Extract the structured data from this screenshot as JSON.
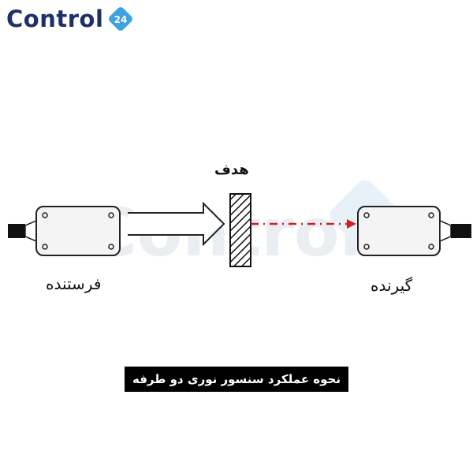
{
  "logo": {
    "text": "Control",
    "badge": "24",
    "brand_color": "#1f2f6a",
    "accent_color": "#3aa3e0"
  },
  "labels": {
    "target": "هدف",
    "sender": "فرستنده",
    "receiver": "گیرنده"
  },
  "caption": "نحوه عملکرد سنسور نوری دو طرفه",
  "watermark": {
    "text": "Control"
  },
  "colors": {
    "beam": "#d11f1f",
    "outline": "#222222",
    "device_fill": "#f4f4f4"
  }
}
